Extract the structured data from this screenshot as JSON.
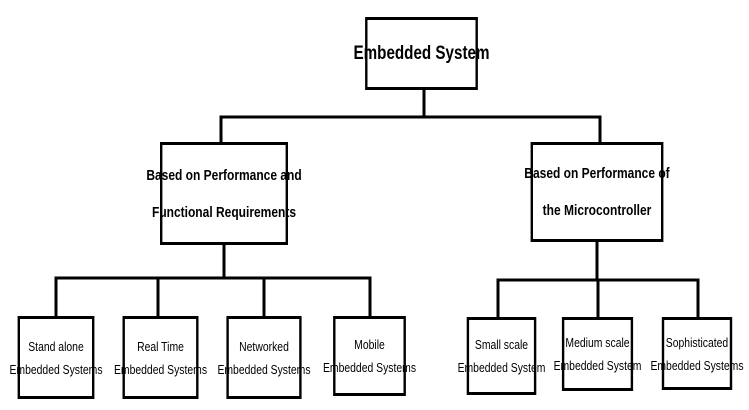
{
  "root": {
    "label": "Embedded System"
  },
  "branches": [
    {
      "line1": "Based on Performance and",
      "line2": "Functional Requirements",
      "children": [
        {
          "line1": "Stand alone",
          "line2": "Embedded Systems"
        },
        {
          "line1": "Real Time",
          "line2": "Embedded Systems"
        },
        {
          "line1": "Networked",
          "line2": "Embedded Systems"
        },
        {
          "line1": "Mobile",
          "line2": "Embedded Systems"
        }
      ]
    },
    {
      "line1": "Based on Performance of",
      "line2": "the Microcontroller",
      "children": [
        {
          "line1": "Small scale",
          "line2": "Embedded System"
        },
        {
          "line1": "Medium scale",
          "line2": "Embedded System"
        },
        {
          "line1": "Sophisticated",
          "line2": "Embedded Systems"
        }
      ]
    }
  ]
}
